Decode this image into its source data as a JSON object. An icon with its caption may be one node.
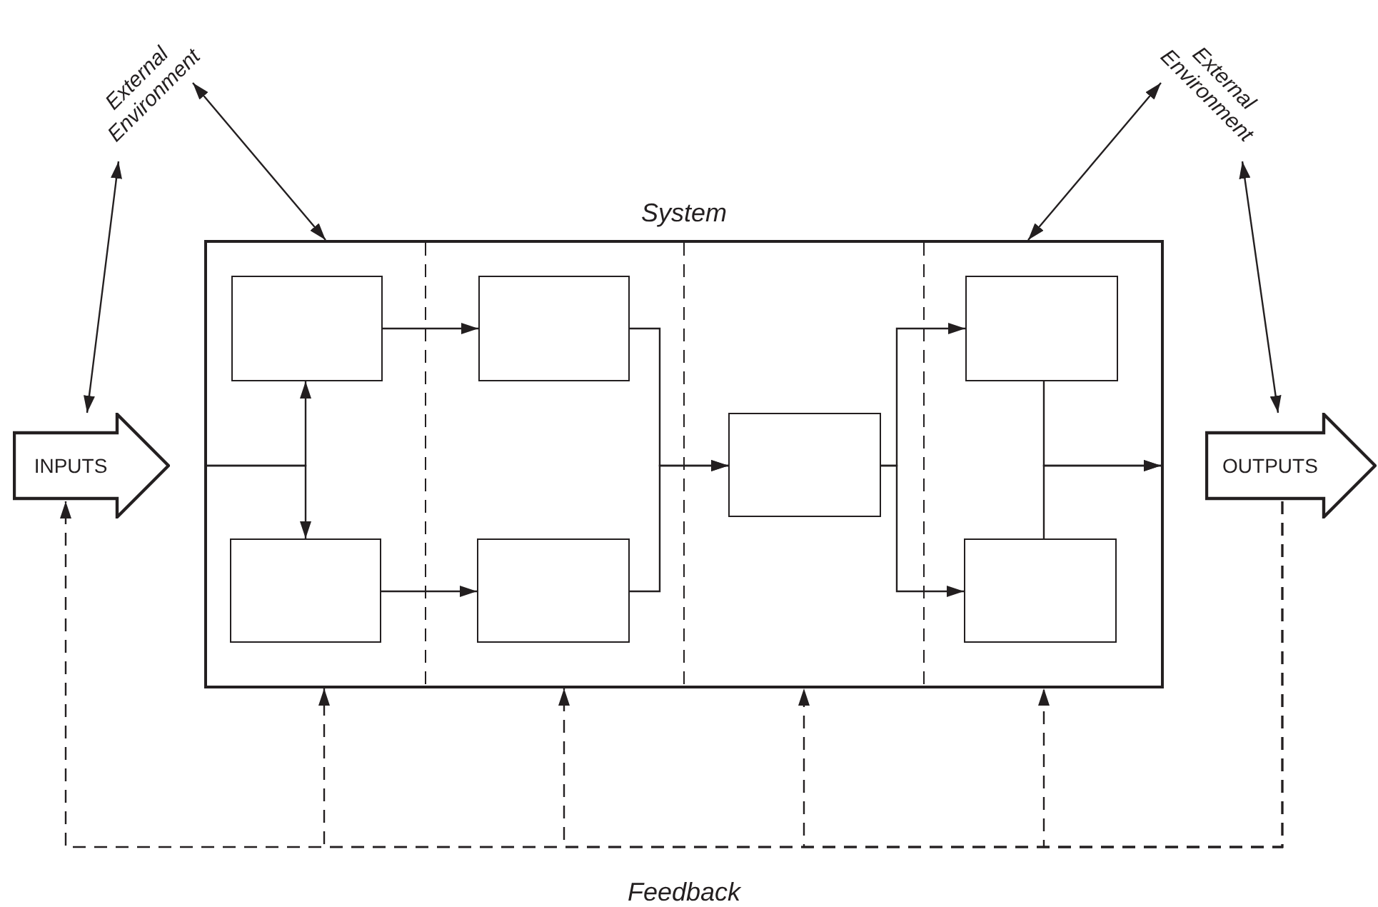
{
  "diagram": {
    "nodes": [
      {
        "text": [
          "External Environment"
        ]
      },
      {
        "text": [
          "External Environment"
        ]
      },
      {
        "text": [
          "System"
        ]
      },
      {
        "text": [
          "INPUTS"
        ]
      },
      {
        "text": [
          "OUTPUTS"
        ]
      },
      {
        "text": [],
        "shape": "box",
        "in": 2
      },
      {
        "text": [],
        "shape": "box",
        "in": 2
      },
      {
        "text": [],
        "shape": "box",
        "in": 2
      },
      {
        "text": [],
        "shape": "box",
        "in": 2
      },
      {
        "text": [],
        "shape": "box",
        "in": 2
      },
      {
        "text": [],
        "shape": "box",
        "in": 2
      },
      {
        "text": [],
        "shape": "box",
        "in": 2
      }
    ],
    "edges": [
      {
        "from": 0,
        "to": 2,
        "arrow": "both"
      },
      {
        "from": 0,
        "to": 3,
        "arrow": "both"
      },
      {
        "from": 1,
        "to": 2,
        "arrow": "both"
      },
      {
        "from": 1,
        "to": 4,
        "arrow": "both"
      },
      {
        "from": null,
        "to": 5,
        "arrow": "to"
      },
      {
        "from": null,
        "to": 9,
        "arrow": "to"
      },
      {
        "from": 5,
        "to": 6,
        "arrow": "to"
      },
      {
        "from": 9,
        "to": 10,
        "arrow": "to"
      },
      {
        "from": 6,
        "to": 7,
        "arrow": "to"
      },
      {
        "from": 10,
        "to": 7,
        "arrow": "to"
      },
      {
        "from": 7,
        "to": 8,
        "arrow": "to"
      },
      {
        "from": 7,
        "to": 11,
        "arrow": "to"
      },
      {
        "from": 8,
        "to": null,
        "arrow": "to"
      },
      {
        "from": 11,
        "to": null,
        "arrow": "to"
      },
      {
        "from": 4,
        "to": 3,
        "arrow": "to",
        "style": "dashed",
        "label": "Feedback"
      },
      {
        "from": 4,
        "to": 2,
        "arrow": "to",
        "style": "dashed"
      },
      {
        "from": 4,
        "to": 2,
        "arrow": "to",
        "style": "dashed"
      },
      {
        "from": 4,
        "to": 2,
        "arrow": "to",
        "style": "dashed"
      },
      {
        "from": 4,
        "to": 2,
        "arrow": "to",
        "style": "dashed"
      }
    ]
  }
}
